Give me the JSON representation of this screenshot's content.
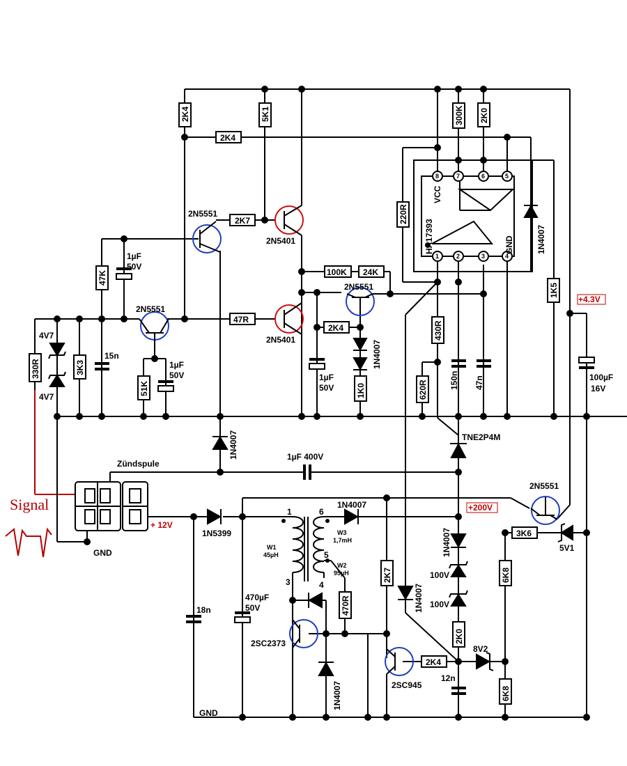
{
  "labels": {
    "r_2k4_top": "2K4",
    "r_5k1": "5K1",
    "r_2k4_h": "2K4",
    "r_300k": "300K",
    "r_2k0_top": "2K0",
    "r_220r": "220R",
    "ic_name": "HA17393",
    "ic_vcc": "VCC",
    "ic_gnd": "GND",
    "pin8": "8",
    "pin7": "7",
    "pin6": "6",
    "pin5": "5",
    "pin1": "1",
    "pin2": "2",
    "pin3": "3",
    "pin4": "4",
    "d_1n4007_ic": "1N4007",
    "q_2n5551_a": "2N5551",
    "r_2k7_a": "2K7",
    "q_2n5401_a": "2N5401",
    "c_1uf_a": "1µF",
    "c_1uf_a_v": "50V",
    "r_47k": "47K",
    "r_100k": "100K",
    "r_24k": "24K",
    "q_2n5551_b": "2N5551",
    "r_1k5": "1K5",
    "v_43": "+4.3V",
    "q_2n5551_c": "2N5551",
    "r_47r": "47R",
    "q_2n5401_b": "2N5401",
    "r_2k4_mid": "2K4",
    "d_1n4007_mid": "1N4007",
    "r_430r": "430R",
    "z_4v7_a": "4V7",
    "z_4v7_b": "4V7",
    "r_330r": "330R",
    "r_3k3": "3K3",
    "c_15n": "15n",
    "r_51k": "51K",
    "c_1uf_b": "1µF",
    "c_1uf_b_v": "50V",
    "c_1uf_c": "1µF",
    "c_1uf_c_v": "50V",
    "r_1k0": "1K0",
    "r_620r": "620R",
    "c_150n": "150n",
    "c_47n": "47n",
    "c_100uf": "100µF",
    "c_100uf_v": "16V",
    "thy": "TNE2P4M",
    "d_1n4007_low": "1N4007",
    "c_1uf_400": "1µF 400V",
    "coil": "Zündspule",
    "signal": "Signal",
    "gnd1": "GND",
    "v12": "+ 12V",
    "d_1n5399": "1N5399",
    "d_1n4007_w3": "1N4007",
    "v200": "+200V",
    "q_2n5551_d": "2N5551",
    "r_3k6": "3K6",
    "z_5v1": "5V1",
    "w1": "W1",
    "w1_val": "45µH",
    "w3": "W3",
    "w3_val": "1,7mH",
    "w2": "W2",
    "w2_val": "95µH",
    "t1": "1",
    "t6": "6",
    "t5": "5",
    "t3": "3",
    "t4": "4",
    "c_18n": "18n",
    "c_470uf": "470µF",
    "c_470uf_v": "50V",
    "q_2sc2373": "2SC2373",
    "r_470r": "470R",
    "d_1n4007_bot": "1N4007",
    "r_2k7_b": "2K7",
    "d_1n4007_diag": "1N4007",
    "d_1n4007_v": "1N4007",
    "z_100v_a": "100V",
    "z_100v_b": "100V",
    "r_2k0_b": "2K0",
    "z_8v2": "8V2",
    "r_6k8_a": "6K8",
    "r_6k8_b": "6K8",
    "q_2sc945": "2SC945",
    "r_2k4_bot": "2K4",
    "c_12n": "12n",
    "gnd2": "GND"
  }
}
